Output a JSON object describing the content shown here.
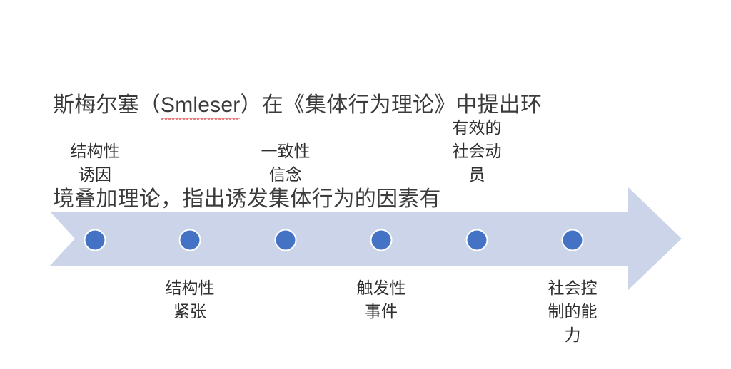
{
  "slide": {
    "background_color": "#ffffff",
    "title": {
      "lines": [
        "斯梅尔塞（Smleser）在《集体行为理论》中提出环",
        "境叠加理论，指出诱发集体行为的因素有"
      ],
      "line1_before": "斯梅尔塞（",
      "line1_misspelled": "Smleser",
      "line1_after": "）在《集体行为理论》中提出环",
      "line2": "境叠加理论，指出诱发集体行为的因素有",
      "color": "#3b3b3b",
      "spellcheck_underline_color": "#e77b7b"
    },
    "diagram": {
      "type": "process-arrow-timeline",
      "arrow_fill": "#ccd4e9",
      "dot_fill": "#4472c4",
      "dot_border": "#ffffff",
      "direction": "left-to-right",
      "steps": [
        {
          "index": 1,
          "position": "above",
          "text": "结构性\n诱因"
        },
        {
          "index": 2,
          "position": "below",
          "text": "结构性\n紧张"
        },
        {
          "index": 3,
          "position": "above",
          "text": "一致性\n信念"
        },
        {
          "index": 4,
          "position": "below",
          "text": "触发性\n事件"
        },
        {
          "index": 5,
          "position": "above",
          "text": "有效的\n社会动\n员"
        },
        {
          "index": 6,
          "position": "below",
          "text": "社会控\n制的能\n力"
        }
      ]
    }
  }
}
